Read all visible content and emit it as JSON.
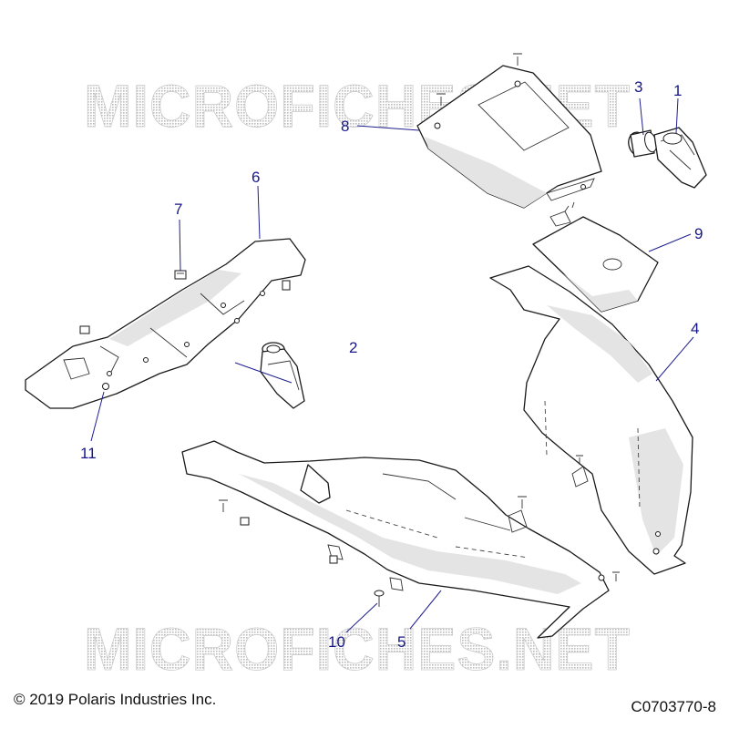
{
  "watermark": {
    "text": "MICROFICHES.NET"
  },
  "callouts": [
    {
      "id": "1",
      "label": "1"
    },
    {
      "id": "2",
      "label": "2"
    },
    {
      "id": "3",
      "label": "3"
    },
    {
      "id": "4",
      "label": "4"
    },
    {
      "id": "5",
      "label": "5"
    },
    {
      "id": "6",
      "label": "6"
    },
    {
      "id": "7",
      "label": "7"
    },
    {
      "id": "8",
      "label": "8"
    },
    {
      "id": "9",
      "label": "9"
    },
    {
      "id": "10",
      "label": "10"
    },
    {
      "id": "11",
      "label": "11"
    }
  ],
  "footer": {
    "copyright": "© 2019 Polaris Industries Inc.",
    "figure_code": "C0703770-8"
  },
  "colors": {
    "callout": "#16168a",
    "line": "#1a1a1a",
    "watermark": "#c9c9c9"
  }
}
